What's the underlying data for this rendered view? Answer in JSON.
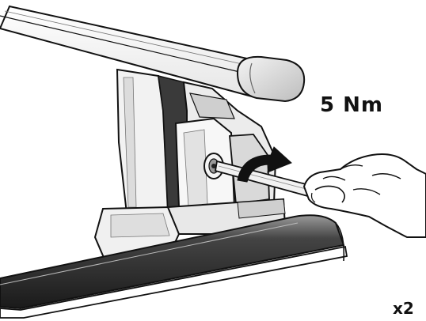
{
  "instruction": {
    "torque": "5 Nm",
    "quantity": "x2"
  },
  "colors": {
    "line": "#111111",
    "light_fill": "#f2f2f2",
    "mid_fill": "#cfcfcf",
    "dark_fill": "#3a3a3a",
    "roof_dark": "#222222",
    "roof_light": "#9a9a9a"
  },
  "icons": {
    "rotation_arrow": "curved-arrow-clockwise",
    "tool": "allen-key"
  }
}
